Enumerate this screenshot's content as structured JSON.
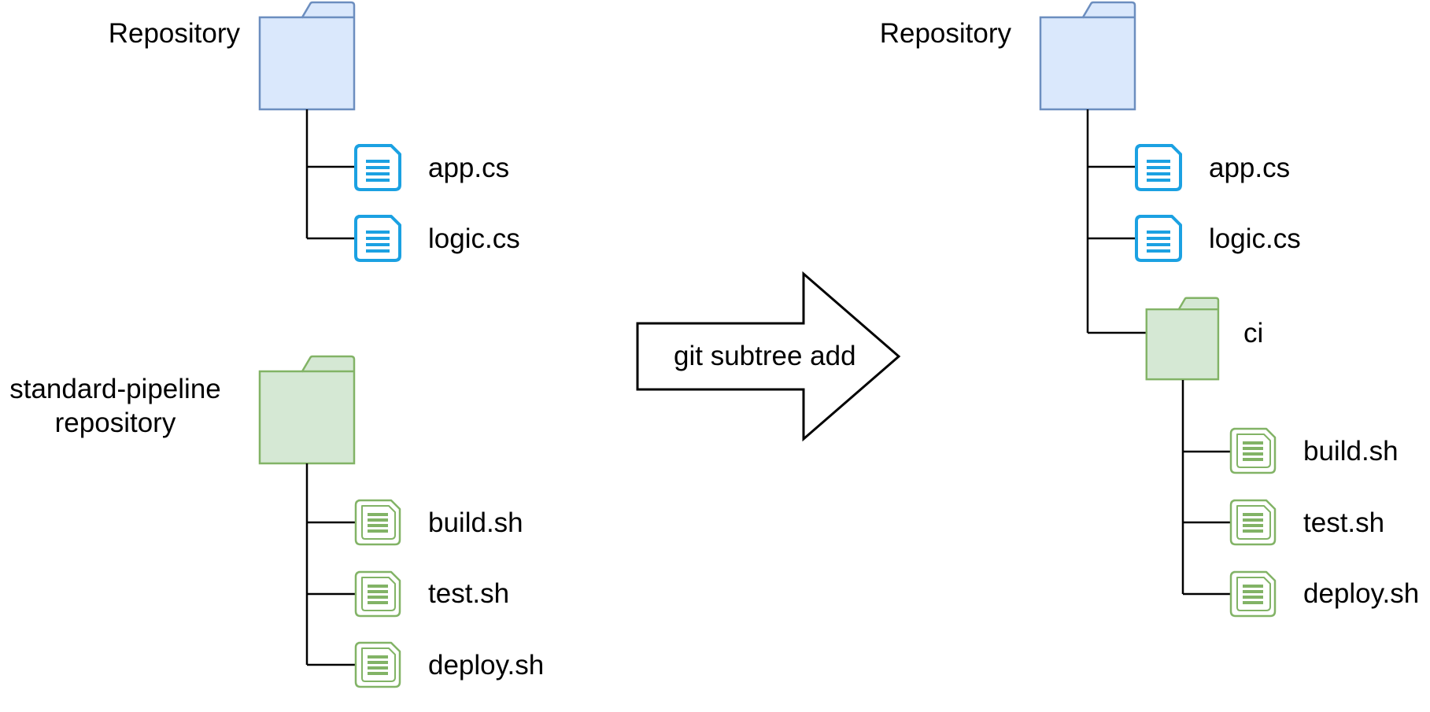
{
  "colors": {
    "repo_folder_fill": "#dae8fc",
    "repo_folder_stroke": "#6c8ebf",
    "pipeline_folder_fill": "#d5e8d4",
    "pipeline_folder_stroke": "#82b366",
    "source_file_icon": "#1ba1e2",
    "script_file_icon": "#82b366",
    "connector": "#000000",
    "arrow_stroke": "#000000"
  },
  "before": {
    "repository": {
      "label": "Repository",
      "icon": "folder-icon",
      "files": [
        {
          "name": "app.cs",
          "icon": "document-icon"
        },
        {
          "name": "logic.cs",
          "icon": "document-icon"
        }
      ]
    },
    "pipeline": {
      "label_line1": "standard-pipeline",
      "label_line2": "repository",
      "icon": "folder-icon",
      "files": [
        {
          "name": "build.sh",
          "icon": "script-file-icon"
        },
        {
          "name": "test.sh",
          "icon": "script-file-icon"
        },
        {
          "name": "deploy.sh",
          "icon": "script-file-icon"
        }
      ]
    }
  },
  "operation": {
    "label": "git subtree add",
    "icon": "right-arrow-icon"
  },
  "after": {
    "repository": {
      "label": "Repository",
      "icon": "folder-icon",
      "files": [
        {
          "name": "app.cs",
          "icon": "document-icon"
        },
        {
          "name": "logic.cs",
          "icon": "document-icon"
        }
      ],
      "subfolder": {
        "label": "ci",
        "icon": "folder-icon",
        "files": [
          {
            "name": "build.sh",
            "icon": "script-file-icon"
          },
          {
            "name": "test.sh",
            "icon": "script-file-icon"
          },
          {
            "name": "deploy.sh",
            "icon": "script-file-icon"
          }
        ]
      }
    }
  }
}
